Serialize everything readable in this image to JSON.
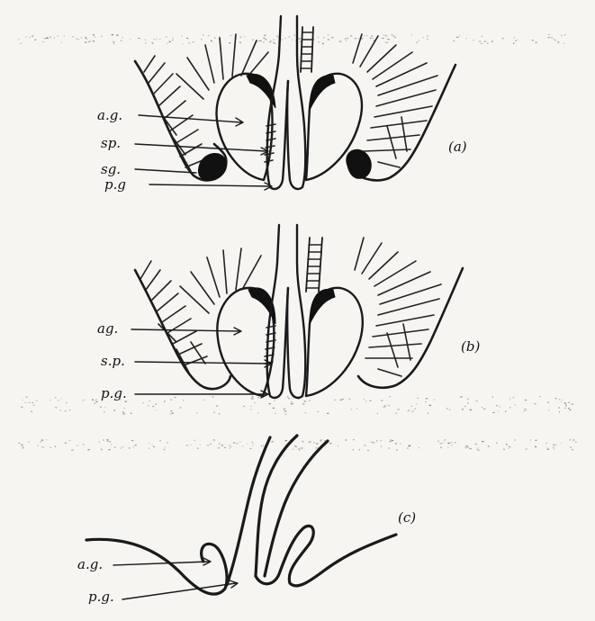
{
  "panels": [
    {
      "id": "a",
      "panel_label": "(a)",
      "labels": [
        {
          "key": "ag",
          "text": "a.g."
        },
        {
          "key": "sp",
          "text": "sp."
        },
        {
          "key": "sg",
          "text": "sg."
        },
        {
          "key": "pg",
          "text": "p.g"
        }
      ]
    },
    {
      "id": "b",
      "panel_label": "(b)",
      "labels": [
        {
          "key": "ag",
          "text": "ag."
        },
        {
          "key": "sp",
          "text": "s.p."
        },
        {
          "key": "pg",
          "text": "p.g."
        }
      ]
    },
    {
      "id": "c",
      "panel_label": "(c)",
      "labels": [
        {
          "key": "ag",
          "text": "a.g."
        },
        {
          "key": "pg",
          "text": "p.g."
        }
      ]
    }
  ],
  "colors": {
    "paper": "#f6f5f1",
    "ink": "#1a1a1a"
  }
}
